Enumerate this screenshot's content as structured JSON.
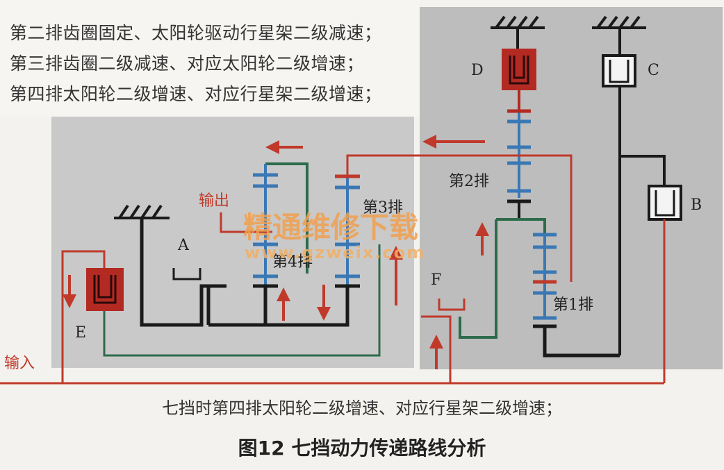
{
  "notes": [
    "第二排齿圈固定、太阳轮驱动行星架二级减速；",
    "第三排齿圈二级减速、对应太阳轮二级增速；",
    "第四排太阳轮二级增速、对应行星架二级增速；"
  ],
  "labels": {
    "A": "A",
    "B": "B",
    "C": "C",
    "D": "D",
    "E": "E",
    "F": "F",
    "row1": "第1排",
    "row2": "第2排",
    "row3": "第3排",
    "row4": "第4排",
    "output": "输出",
    "input": "输入"
  },
  "watermark": {
    "text": "精通维修下载",
    "url": "www.gzweix.com"
  },
  "bottom_note": "七挡时第四排太阳轮二级增速、对应行星架二级增速；",
  "caption": "图12 七挡动力传递路线分析",
  "colors": {
    "red": "#c0392b",
    "green": "#2e6b4b",
    "blue": "#3a78b5",
    "black": "#1a1a1a",
    "clutch_red": "#b32a22"
  }
}
